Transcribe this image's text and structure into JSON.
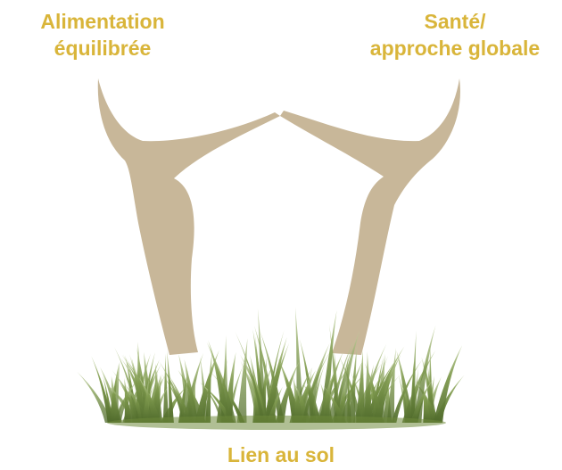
{
  "labels": {
    "top_left": [
      "Alimentation",
      "équilibrée"
    ],
    "top_right": [
      "Santé/",
      "approche globale"
    ],
    "bottom": "Lien au sol"
  },
  "colors": {
    "label": "#d9b53a",
    "shape": "#c8b799",
    "grass_dark": "#5f7a34",
    "grass_light": "#a9bf7c"
  }
}
